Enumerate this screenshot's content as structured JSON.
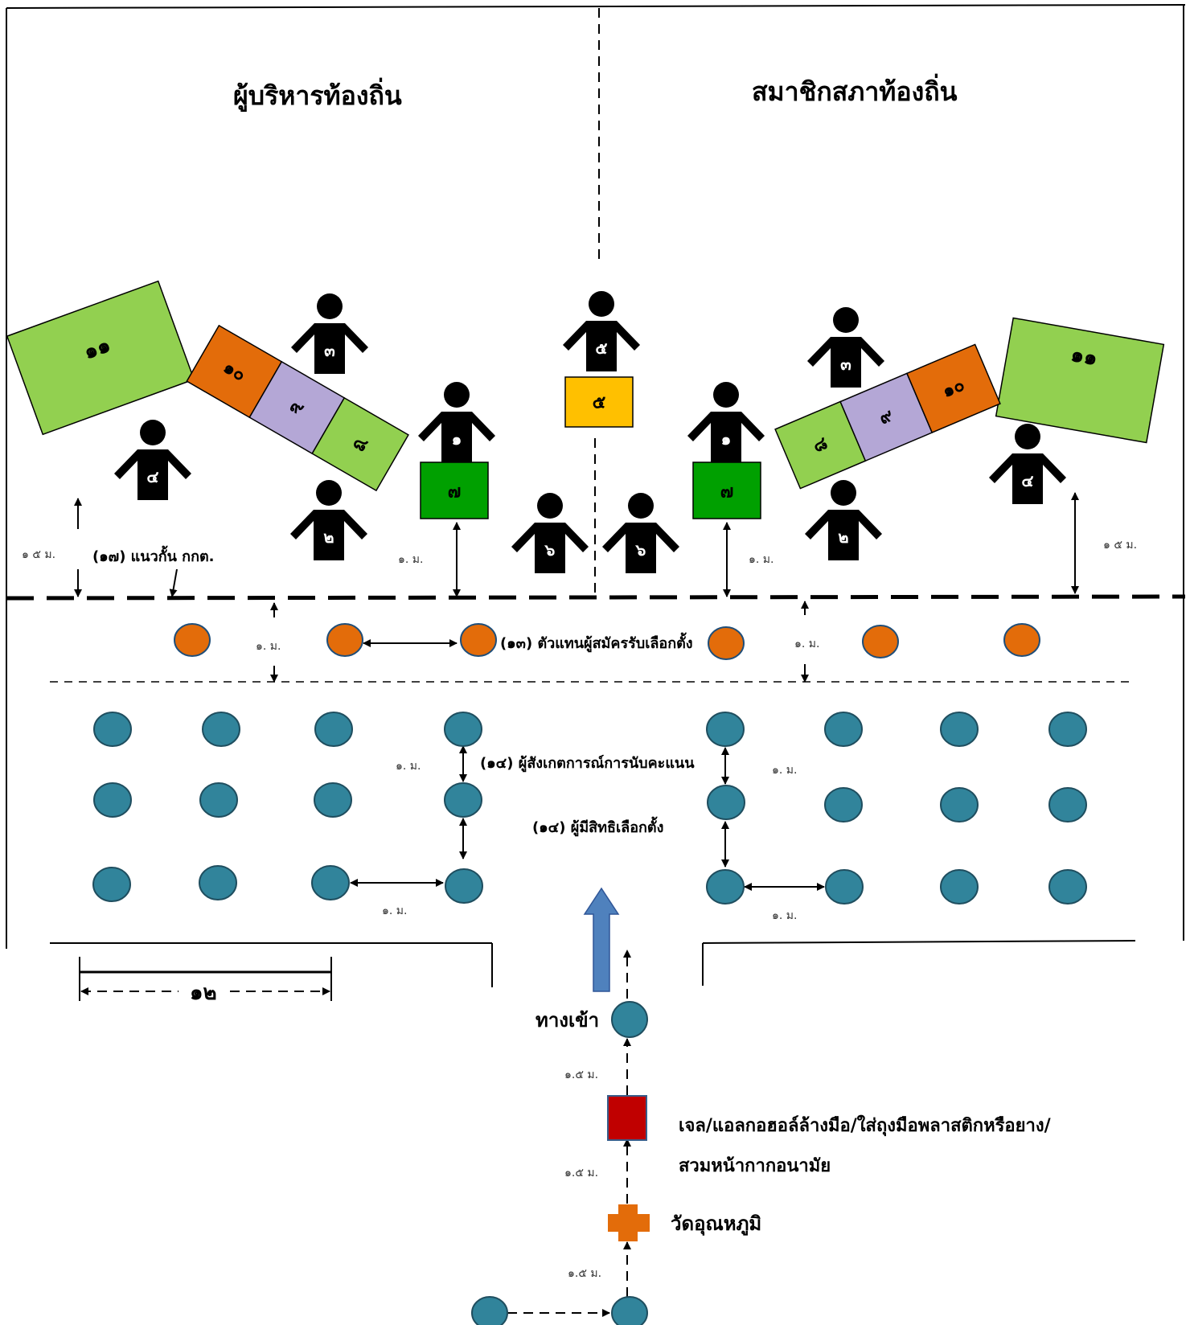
{
  "headings": {
    "left": "ผู้บริหารท้องถิ่น",
    "right": "สมาชิกสภาท้องถิ่น"
  },
  "labels": {
    "barrier": "(๑๗) แนวกั้น กกต.",
    "candidate_rep": "(๑๓)  ตัวแทนผู้สมัครรับเลือกตั้ง",
    "observer": "(๑๔)  ผู้สังเกตการณ์การนับคะแนน",
    "voters": "(๑๔) ผู้มีสิทธิเลือกตั้ง",
    "entrance": "ทางเข้า",
    "gel_line1": "เจล/แอลกอฮอล์ล้างมือ/ใส่ถุงมือพลาสติกหรือยาง/",
    "gel_line2": "สวมหน้ากากอนามัย",
    "temperature": "วัดอุณหภูมิ",
    "width_label": "๑๒"
  },
  "distances": {
    "d15": "๑ ๕ ม.",
    "d1": "๑. ม.",
    "d15b": "๑.๕ ม."
  },
  "numbers": {
    "n1": "๑",
    "n2": "๒",
    "n3": "๓",
    "n4": "๔",
    "n5": "๕",
    "n6": "๖",
    "n7": "๗",
    "n8": "๘",
    "n9": "๙",
    "n10": "๑๐",
    "n11": "๑๑"
  },
  "colors": {
    "green_light": "#92d050",
    "green_dark": "#00a000",
    "orange": "#e36c0a",
    "lavender": "#b4a7d6",
    "yellow": "#ffc000",
    "teal": "#31849b",
    "red": "#c00000",
    "blue_arrow": "#4f81bd"
  }
}
